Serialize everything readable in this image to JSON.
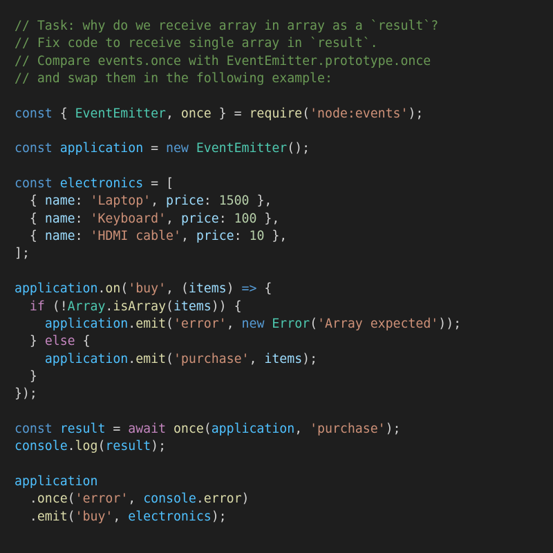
{
  "colors": {
    "background": "#1e1e1e",
    "text": "#d4d4d4",
    "comment": "#6a9955",
    "keyword": "#569cd6",
    "control": "#c586c0",
    "variable": "#4fc1ff",
    "property": "#9cdcfe",
    "class": "#4ec9b0",
    "function": "#dcdcaa",
    "string": "#ce9178",
    "number": "#b5cea8"
  },
  "code": {
    "lines": [
      [
        {
          "t": "cm",
          "v": "// Task: why do we receive array in array as a `result`?"
        }
      ],
      [
        {
          "t": "cm",
          "v": "// Fix code to receive single array in `result`."
        }
      ],
      [
        {
          "t": "cm",
          "v": "// Compare events.once with EventEmitter.prototype.once"
        }
      ],
      [
        {
          "t": "cm",
          "v": "// and swap them in the following example:"
        }
      ],
      [],
      [
        {
          "t": "kw",
          "v": "const"
        },
        {
          "t": "pun",
          "v": " { "
        },
        {
          "t": "cls",
          "v": "EventEmitter"
        },
        {
          "t": "pun",
          "v": ", "
        },
        {
          "t": "fn",
          "v": "once"
        },
        {
          "t": "pun",
          "v": " } = "
        },
        {
          "t": "fn",
          "v": "require"
        },
        {
          "t": "pun",
          "v": "("
        },
        {
          "t": "str",
          "v": "'node:events'"
        },
        {
          "t": "pun",
          "v": ");"
        }
      ],
      [],
      [
        {
          "t": "kw",
          "v": "const"
        },
        {
          "t": "pun",
          "v": " "
        },
        {
          "t": "var",
          "v": "application"
        },
        {
          "t": "pun",
          "v": " = "
        },
        {
          "t": "kw",
          "v": "new"
        },
        {
          "t": "pun",
          "v": " "
        },
        {
          "t": "cls",
          "v": "EventEmitter"
        },
        {
          "t": "pun",
          "v": "();"
        }
      ],
      [],
      [
        {
          "t": "kw",
          "v": "const"
        },
        {
          "t": "pun",
          "v": " "
        },
        {
          "t": "var",
          "v": "electronics"
        },
        {
          "t": "pun",
          "v": " = ["
        }
      ],
      [
        {
          "t": "pun",
          "v": "  { "
        },
        {
          "t": "prop",
          "v": "name"
        },
        {
          "t": "pun",
          "v": ": "
        },
        {
          "t": "str",
          "v": "'Laptop'"
        },
        {
          "t": "pun",
          "v": ", "
        },
        {
          "t": "prop",
          "v": "price"
        },
        {
          "t": "pun",
          "v": ": "
        },
        {
          "t": "num",
          "v": "1500"
        },
        {
          "t": "pun",
          "v": " },"
        }
      ],
      [
        {
          "t": "pun",
          "v": "  { "
        },
        {
          "t": "prop",
          "v": "name"
        },
        {
          "t": "pun",
          "v": ": "
        },
        {
          "t": "str",
          "v": "'Keyboard'"
        },
        {
          "t": "pun",
          "v": ", "
        },
        {
          "t": "prop",
          "v": "price"
        },
        {
          "t": "pun",
          "v": ": "
        },
        {
          "t": "num",
          "v": "100"
        },
        {
          "t": "pun",
          "v": " },"
        }
      ],
      [
        {
          "t": "pun",
          "v": "  { "
        },
        {
          "t": "prop",
          "v": "name"
        },
        {
          "t": "pun",
          "v": ": "
        },
        {
          "t": "str",
          "v": "'HDMI cable'"
        },
        {
          "t": "pun",
          "v": ", "
        },
        {
          "t": "prop",
          "v": "price"
        },
        {
          "t": "pun",
          "v": ": "
        },
        {
          "t": "num",
          "v": "10"
        },
        {
          "t": "pun",
          "v": " },"
        }
      ],
      [
        {
          "t": "pun",
          "v": "];"
        }
      ],
      [],
      [
        {
          "t": "var",
          "v": "application"
        },
        {
          "t": "pun",
          "v": "."
        },
        {
          "t": "fn",
          "v": "on"
        },
        {
          "t": "pun",
          "v": "("
        },
        {
          "t": "str",
          "v": "'buy'"
        },
        {
          "t": "pun",
          "v": ", ("
        },
        {
          "t": "prop",
          "v": "items"
        },
        {
          "t": "pun",
          "v": ") "
        },
        {
          "t": "kw",
          "v": "=>"
        },
        {
          "t": "pun",
          "v": " {"
        }
      ],
      [
        {
          "t": "pun",
          "v": "  "
        },
        {
          "t": "ctl",
          "v": "if"
        },
        {
          "t": "pun",
          "v": " (!"
        },
        {
          "t": "cls",
          "v": "Array"
        },
        {
          "t": "pun",
          "v": "."
        },
        {
          "t": "fn",
          "v": "isArray"
        },
        {
          "t": "pun",
          "v": "("
        },
        {
          "t": "prop",
          "v": "items"
        },
        {
          "t": "pun",
          "v": ")) {"
        }
      ],
      [
        {
          "t": "pun",
          "v": "    "
        },
        {
          "t": "var",
          "v": "application"
        },
        {
          "t": "pun",
          "v": "."
        },
        {
          "t": "fn",
          "v": "emit"
        },
        {
          "t": "pun",
          "v": "("
        },
        {
          "t": "str",
          "v": "'error'"
        },
        {
          "t": "pun",
          "v": ", "
        },
        {
          "t": "kw",
          "v": "new"
        },
        {
          "t": "pun",
          "v": " "
        },
        {
          "t": "cls",
          "v": "Error"
        },
        {
          "t": "pun",
          "v": "("
        },
        {
          "t": "str",
          "v": "'Array expected'"
        },
        {
          "t": "pun",
          "v": "));"
        }
      ],
      [
        {
          "t": "pun",
          "v": "  } "
        },
        {
          "t": "ctl",
          "v": "else"
        },
        {
          "t": "pun",
          "v": " {"
        }
      ],
      [
        {
          "t": "pun",
          "v": "    "
        },
        {
          "t": "var",
          "v": "application"
        },
        {
          "t": "pun",
          "v": "."
        },
        {
          "t": "fn",
          "v": "emit"
        },
        {
          "t": "pun",
          "v": "("
        },
        {
          "t": "str",
          "v": "'purchase'"
        },
        {
          "t": "pun",
          "v": ", "
        },
        {
          "t": "prop",
          "v": "items"
        },
        {
          "t": "pun",
          "v": ");"
        }
      ],
      [
        {
          "t": "pun",
          "v": "  }"
        }
      ],
      [
        {
          "t": "pun",
          "v": "});"
        }
      ],
      [],
      [
        {
          "t": "kw",
          "v": "const"
        },
        {
          "t": "pun",
          "v": " "
        },
        {
          "t": "var",
          "v": "result"
        },
        {
          "t": "pun",
          "v": " = "
        },
        {
          "t": "ctl",
          "v": "await"
        },
        {
          "t": "pun",
          "v": " "
        },
        {
          "t": "fn",
          "v": "once"
        },
        {
          "t": "pun",
          "v": "("
        },
        {
          "t": "var",
          "v": "application"
        },
        {
          "t": "pun",
          "v": ", "
        },
        {
          "t": "str",
          "v": "'purchase'"
        },
        {
          "t": "pun",
          "v": ");"
        }
      ],
      [
        {
          "t": "var",
          "v": "console"
        },
        {
          "t": "pun",
          "v": "."
        },
        {
          "t": "fn",
          "v": "log"
        },
        {
          "t": "pun",
          "v": "("
        },
        {
          "t": "var",
          "v": "result"
        },
        {
          "t": "pun",
          "v": ");"
        }
      ],
      [],
      [
        {
          "t": "var",
          "v": "application"
        }
      ],
      [
        {
          "t": "pun",
          "v": "  ."
        },
        {
          "t": "fn",
          "v": "once"
        },
        {
          "t": "pun",
          "v": "("
        },
        {
          "t": "str",
          "v": "'error'"
        },
        {
          "t": "pun",
          "v": ", "
        },
        {
          "t": "var",
          "v": "console"
        },
        {
          "t": "pun",
          "v": "."
        },
        {
          "t": "fn",
          "v": "error"
        },
        {
          "t": "pun",
          "v": ")"
        }
      ],
      [
        {
          "t": "pun",
          "v": "  ."
        },
        {
          "t": "fn",
          "v": "emit"
        },
        {
          "t": "pun",
          "v": "("
        },
        {
          "t": "str",
          "v": "'buy'"
        },
        {
          "t": "pun",
          "v": ", "
        },
        {
          "t": "var",
          "v": "electronics"
        },
        {
          "t": "pun",
          "v": ");"
        }
      ]
    ]
  }
}
